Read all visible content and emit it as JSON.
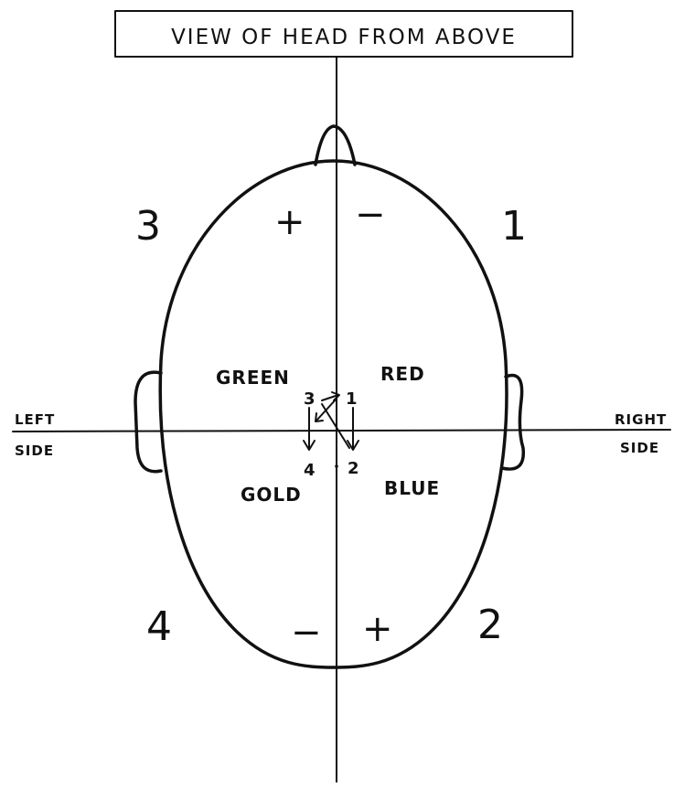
{
  "title": "VIEW OF HEAD FROM ABOVE",
  "sides": {
    "left_line1": "LEFT",
    "left_line2": "SIDE",
    "right_line1": "RIGHT",
    "right_line2": "SIDE"
  },
  "quadrant_numbers": {
    "top_left": "3",
    "top_right": "1",
    "bottom_left": "4",
    "bottom_right": "2"
  },
  "signs": {
    "top_left": "+",
    "top_right": "−",
    "bottom_left": "−",
    "bottom_right": "+"
  },
  "regions": {
    "top_left": "GREEN",
    "top_right": "RED",
    "bottom_left": "GOLD",
    "bottom_right": "BLUE"
  },
  "center_numbers": {
    "top_left": "3",
    "top_right": "1",
    "bottom_left": "4",
    "bottom_right": "2"
  }
}
